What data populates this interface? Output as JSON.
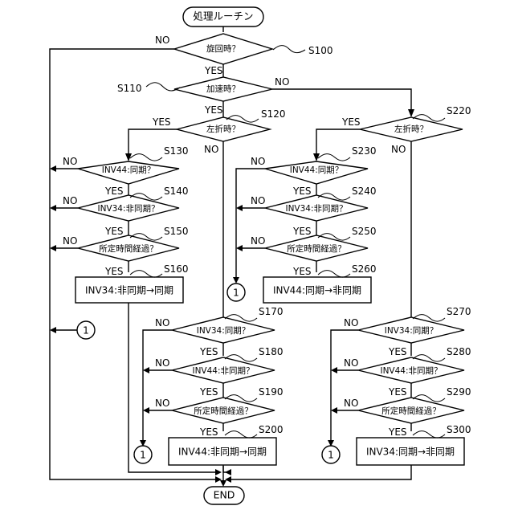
{
  "terminals": {
    "start": "処理ルーチン",
    "end": "END"
  },
  "decisions": {
    "d100": "旋回時？",
    "d110": "加速時？",
    "d120": "左折時？",
    "d220": "左折時？",
    "d130": "INV44:同期？",
    "d140": "INV34:非同期？",
    "d150": "所定時間経過？",
    "d230": "INV44:同期？",
    "d240": "INV34:非同期？",
    "d250": "所定時間経過？",
    "d170": "INV34:同期？",
    "d180": "INV44:非同期？",
    "d190": "所定時間経過？",
    "d270": "INV34:同期？",
    "d280": "INV44:非同期？",
    "d290": "所定時間経過？"
  },
  "processes": {
    "p160": "INV34:非同期→同期",
    "p260": "INV44:同期→非同期",
    "p200": "INV44:非同期→同期",
    "p300": "INV34:同期→非同期"
  },
  "steps": {
    "s100": "S100",
    "s110": "S110",
    "s120": "S120",
    "s130": "S130",
    "s140": "S140",
    "s150": "S150",
    "s160": "S160",
    "s170": "S170",
    "s180": "S180",
    "s190": "S190",
    "s200": "S200",
    "s220": "S220",
    "s230": "S230",
    "s240": "S240",
    "s250": "S250",
    "s260": "S260",
    "s270": "S270",
    "s280": "S280",
    "s290": "S290",
    "s300": "S300"
  },
  "labels": {
    "yes": "YES",
    "no": "NO"
  },
  "connector": "1"
}
